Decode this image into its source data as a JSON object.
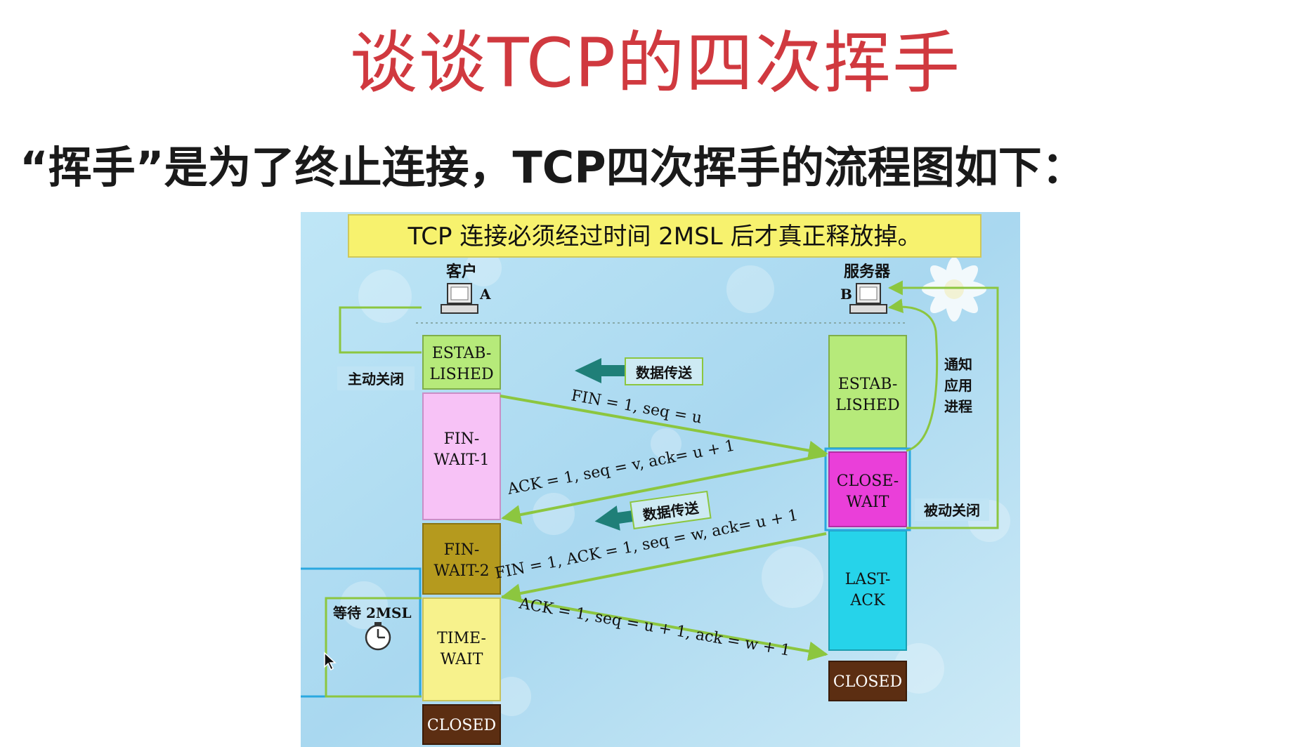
{
  "slide": {
    "title": "谈谈TCP的四次挥手",
    "subtitle": "“挥手”是为了终止连接，TCP四次挥手的流程图如下："
  },
  "diagram": {
    "banner": "TCP 连接必须经过时间 2MSL 后才真正释放掉。",
    "client": {
      "label": "客户",
      "letter": "A"
    },
    "server": {
      "label": "服务器",
      "letter": "B"
    },
    "client_states": {
      "established": [
        "ESTAB-",
        "LISHED"
      ],
      "fin_wait_1": [
        "FIN-",
        "WAIT-1"
      ],
      "fin_wait_2": [
        "FIN-",
        "WAIT-2"
      ],
      "time_wait": [
        "TIME-",
        "WAIT"
      ],
      "closed": "CLOSED"
    },
    "server_states": {
      "established": [
        "ESTAB-",
        "LISHED"
      ],
      "close_wait": [
        "CLOSE-",
        "WAIT"
      ],
      "last_ack": [
        "LAST-",
        "ACK"
      ],
      "closed": "CLOSED"
    },
    "labels": {
      "active_close": "主动关闭",
      "passive_close": "被动关闭",
      "notify_app": [
        "通知",
        "应用",
        "进程"
      ],
      "data_transfer_1": "数据传送",
      "data_transfer_2": "数据传送",
      "wait_2msl": "等待 2MSL"
    },
    "messages": {
      "fin1": "FIN = 1, seq = u",
      "ack1": "ACK = 1, seq = v, ack= u + 1",
      "fin2": "FIN = 1, ACK = 1, seq = w, ack= u + 1",
      "ack2": "ACK = 1, seq = u + 1, ack = w + 1"
    },
    "colors": {
      "established": "#b6ea7a",
      "fin_wait_1": "#f7c2f6",
      "fin_wait_2": "#b59a1e",
      "time_wait": "#f7f28c",
      "closed": "#5c2e12",
      "close_wait": "#ea3fd9",
      "last_ack": "#26d3ea",
      "arrow": "#8cc63f",
      "data_arrow": "#1f7f78",
      "banner": "#f7f26e",
      "highlight": "#2aa8e0"
    }
  }
}
